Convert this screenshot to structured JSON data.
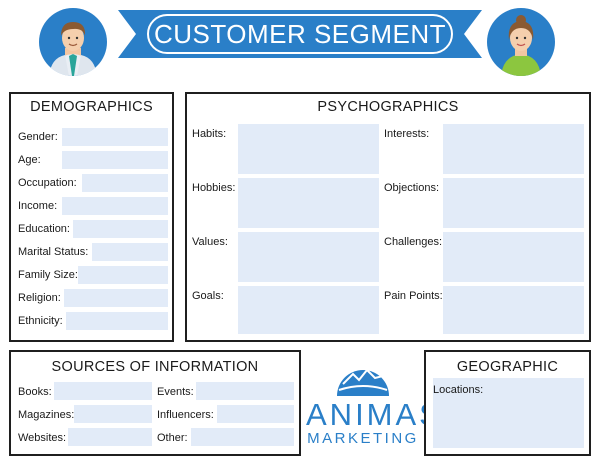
{
  "header": {
    "title": "CUSTOMER SEGMENT",
    "brand_color": "#2a7fc8"
  },
  "demographics": {
    "title": "DEMOGRAPHICS",
    "fields": [
      {
        "label": "Gender:",
        "value": ""
      },
      {
        "label": "Age:",
        "value": ""
      },
      {
        "label": "Occupation:",
        "value": ""
      },
      {
        "label": "Income:",
        "value": ""
      },
      {
        "label": "Education:",
        "value": ""
      },
      {
        "label": "Marital Status:",
        "value": ""
      },
      {
        "label": "Family Size:",
        "value": ""
      },
      {
        "label": "Religion:",
        "value": ""
      },
      {
        "label": "Ethnicity:",
        "value": ""
      }
    ]
  },
  "psychographics": {
    "title": "PSYCHOGRAPHICS",
    "left": [
      {
        "label": "Habits:",
        "value": ""
      },
      {
        "label": "Hobbies:",
        "value": ""
      },
      {
        "label": "Values:",
        "value": ""
      },
      {
        "label": "Goals:",
        "value": ""
      }
    ],
    "right": [
      {
        "label": "Interests:",
        "value": ""
      },
      {
        "label": "Objections:",
        "value": ""
      },
      {
        "label": "Challenges:",
        "value": ""
      },
      {
        "label": "Pain Points:",
        "value": ""
      }
    ]
  },
  "sources": {
    "title": "SOURCES OF INFORMATION",
    "left": [
      {
        "label": "Books:",
        "value": ""
      },
      {
        "label": "Magazines:",
        "value": ""
      },
      {
        "label": "Websites:",
        "value": ""
      }
    ],
    "right": [
      {
        "label": "Events:",
        "value": ""
      },
      {
        "label": "Influencers:",
        "value": ""
      },
      {
        "label": "Other:",
        "value": ""
      }
    ]
  },
  "geographic": {
    "title": "GEOGRAPHIC",
    "fields": [
      {
        "label": "Locations:",
        "value": ""
      }
    ]
  },
  "logo": {
    "line1": "ANIMAS",
    "line2": "MARKETING"
  },
  "icons": [
    "male-avatar-icon",
    "female-avatar-icon",
    "mountain-logo-icon"
  ],
  "colors": {
    "field_fill": "#e2ebf8",
    "border": "#1f1f1f"
  }
}
